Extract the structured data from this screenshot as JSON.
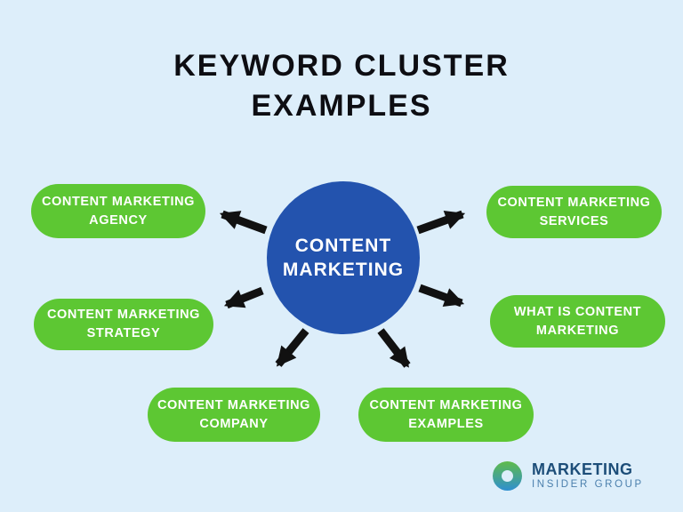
{
  "title": {
    "line1": "KEYWORD CLUSTER",
    "line2": "EXAMPLES"
  },
  "center_node": {
    "line1": "CONTENT",
    "line2": "MARKETING"
  },
  "nodes": [
    {
      "id": "content-marketing-agency",
      "line1": "CONTENT MARKETING",
      "line2": "AGENCY"
    },
    {
      "id": "content-marketing-services",
      "line1": "CONTENT MARKETING",
      "line2": "SERVICES"
    },
    {
      "id": "content-marketing-strategy",
      "line1": "CONTENT MARKETING",
      "line2": "STRATEGY"
    },
    {
      "id": "what-is-content-marketing",
      "line1": "WHAT IS CONTENT",
      "line2": "MARKETING"
    },
    {
      "id": "content-marketing-company",
      "line1": "CONTENT MARKETING",
      "line2": "COMPANY"
    },
    {
      "id": "content-marketing-examples",
      "line1": "CONTENT MARKETING",
      "line2": "EXAMPLES"
    }
  ],
  "logo": {
    "name": "MARKETING",
    "tagline": "INSIDER GROUP"
  },
  "colors": {
    "background": "#ddeefa",
    "node_green": "#5dc733",
    "center_blue": "#2353ae",
    "arrow_black": "#111111",
    "title_black": "#0d0d12",
    "logo_navy": "#1d4e79",
    "logo_light_blue": "#4c80ad",
    "logo_ring_green": "#5fbb4a",
    "logo_ring_blue": "#2f8fd0"
  }
}
